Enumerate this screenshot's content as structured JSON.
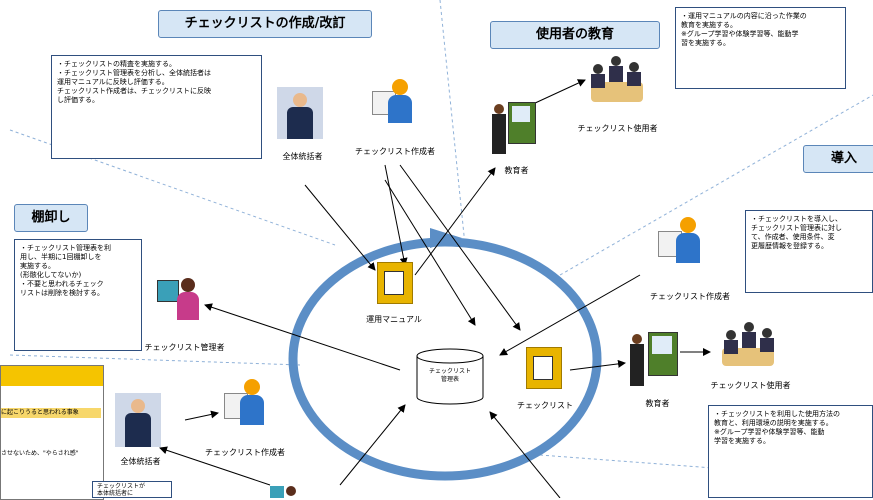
{
  "titles": {
    "create": "チェックリストの作成/改訂",
    "education": "使用者の教育",
    "intro": "導入",
    "inventory": "棚卸し"
  },
  "notes": {
    "create": "・チェックリストの精査を実施する。\n・チェックリスト管理表を分析し、全体統括者は\n  運用マニュアルに反映し評価する。\n  チェックリスト作成者は、チェックリストに反映\n  し評価する。",
    "education": "・運用マニュアルの内容に沿った作業の\n  教育を実施する。\n※グループ学習や体験学習等、能動学\n  習を実施する。",
    "intro": "・チェックリストを導入し、\n  チェックリスト管理表に対し\n  て、作成者、使用条件、変\n  更履歴情報を登録する。",
    "inventory": "・チェックリスト管理表を利\n  用し、半期に1回棚卸しを\n  実施する。\n  (形骸化してないか)\n・不要と思われるチェック\n  リストは削除を検討する。",
    "usage": "・チェックリストを利用した使用方法の\n  教育と、利用環境の説明を実施する。\n※グループ学習や体験学習等、能動\n  学習を実施する。",
    "partial_top": "に起こりうると思われる事象",
    "partial_mid": "させないため、\"やらされ感\"",
    "partial_bottom": "チェックリストが\n本体統括者に"
  },
  "labels": {
    "overall_top": "全体統括者",
    "creator_top": "チェックリスト作成者",
    "educator_top": "教育者",
    "user_top": "チェックリスト使用者",
    "manual": "運用マニュアル",
    "manager": "チェックリスト管理者",
    "center_db": "チェックリスト\n管理表",
    "checklist": "チェックリスト",
    "creator_right": "チェックリスト作成者",
    "educator_bottom": "教育者",
    "user_bottom": "チェックリスト使用者",
    "overall_bottom": "全体統括者",
    "creator_bottom": "チェックリスト作成者"
  },
  "colors": {
    "cycle_ring": "#5b8ec6",
    "title_fill": "#d6e6f5",
    "folder_icon": "#e8b400",
    "partial_header": "#f5c400"
  }
}
